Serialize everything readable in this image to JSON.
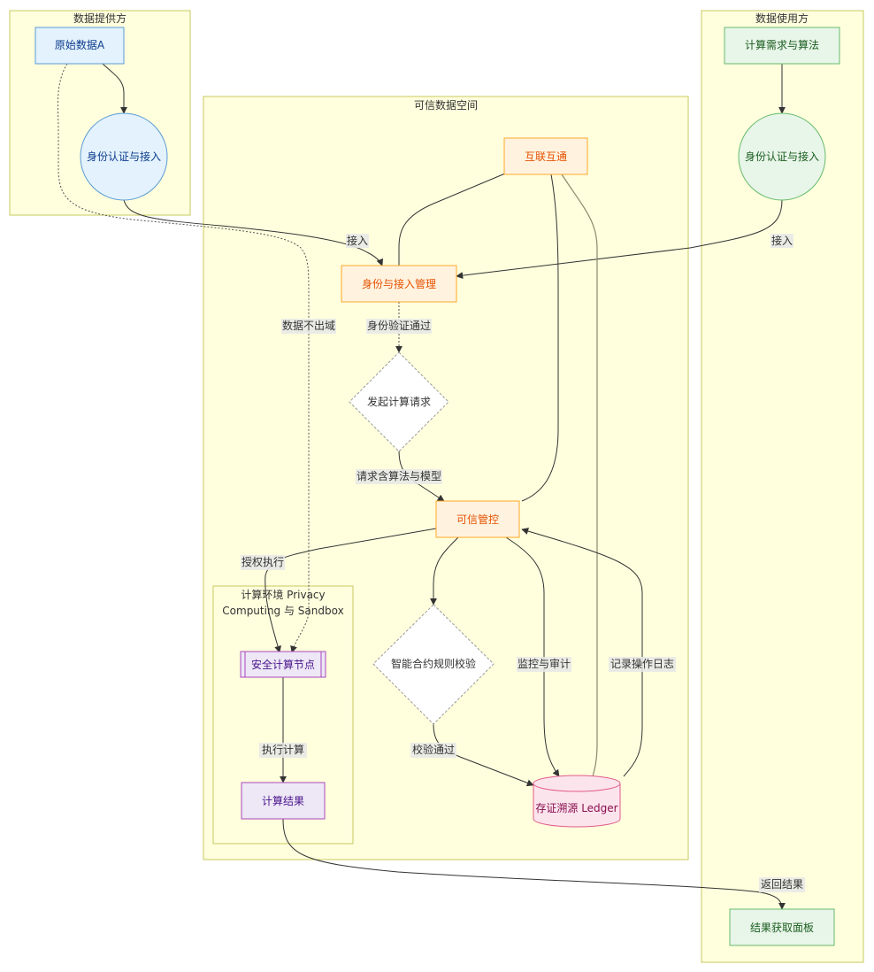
{
  "colors": {
    "cluster_fill": "#ffffde",
    "cluster_stroke": "#c9c95f",
    "provider_fill": "#e3f2fd",
    "provider_stroke": "#5b9bd5",
    "provider_text": "#0d3c8c",
    "user_fill": "#e8f5e9",
    "user_stroke": "#66bb6a",
    "user_text": "#1b5e20",
    "core_fill": "#fff3e0",
    "core_stroke": "#ffa726",
    "core_text": "#e65100",
    "compute_fill": "#ede7f6",
    "compute_stroke": "#ab47bc",
    "compute_text": "#4a148c",
    "ledger_fill": "#fce4ec",
    "ledger_stroke": "#e05a8a",
    "ledger_text": "#880e4f",
    "decision_fill": "#ffffff",
    "decision_stroke": "#999999",
    "decision_text": "#333333"
  },
  "clusters": {
    "provider": "数据提供方",
    "user": "数据使用方",
    "trusted_space": "可信数据空间",
    "compute_env_line1": "计算环境 Privacy",
    "compute_env_line2": "Computing 与 Sandbox"
  },
  "nodes": {
    "raw_data": "原始数据A",
    "provider_auth": "身份认证与接入",
    "user_demand": "计算需求与算法",
    "user_auth": "身份认证与接入",
    "interconnect": "互联互通",
    "identity_mgmt": "身份与接入管理",
    "compute_request": "发起计算请求",
    "trusted_control": "可信管控",
    "smart_contract": "智能合约规则校验",
    "secure_node": "安全计算节点",
    "compute_result": "计算结果",
    "ledger": "存证溯源 Ledger",
    "result_panel": "结果获取面板"
  },
  "edge_labels": {
    "access_provider": "接入",
    "access_user": "接入",
    "data_stays": "数据不出域",
    "identity_passed": "身份验证通过",
    "request_with_algo": "请求含算法与模型",
    "authorized_exec": "授权执行",
    "execute_compute": "执行计算",
    "check_passed": "校验通过",
    "monitor_audit": "监控与审计",
    "record_logs": "记录操作日志",
    "return_result": "返回结果"
  }
}
